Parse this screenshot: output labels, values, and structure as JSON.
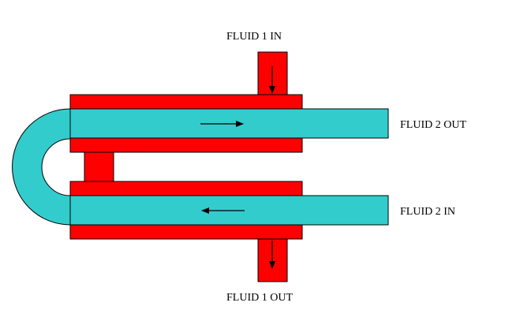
{
  "labels": {
    "fluid1_in": "FLUID 1 IN",
    "fluid1_out": "FLUID 1 OUT",
    "fluid2_out": "FLUID 2 OUT",
    "fluid2_in": "FLUID 2 IN"
  },
  "colors": {
    "shell": "#ff0000",
    "tube": "#33cccc",
    "arrow": "#000000",
    "outline": "#000000",
    "background": "#ffffff"
  },
  "flow": {
    "upper_tube": "right",
    "lower_tube": "left",
    "fluid1_inlet": "down",
    "fluid1_outlet": "down"
  }
}
